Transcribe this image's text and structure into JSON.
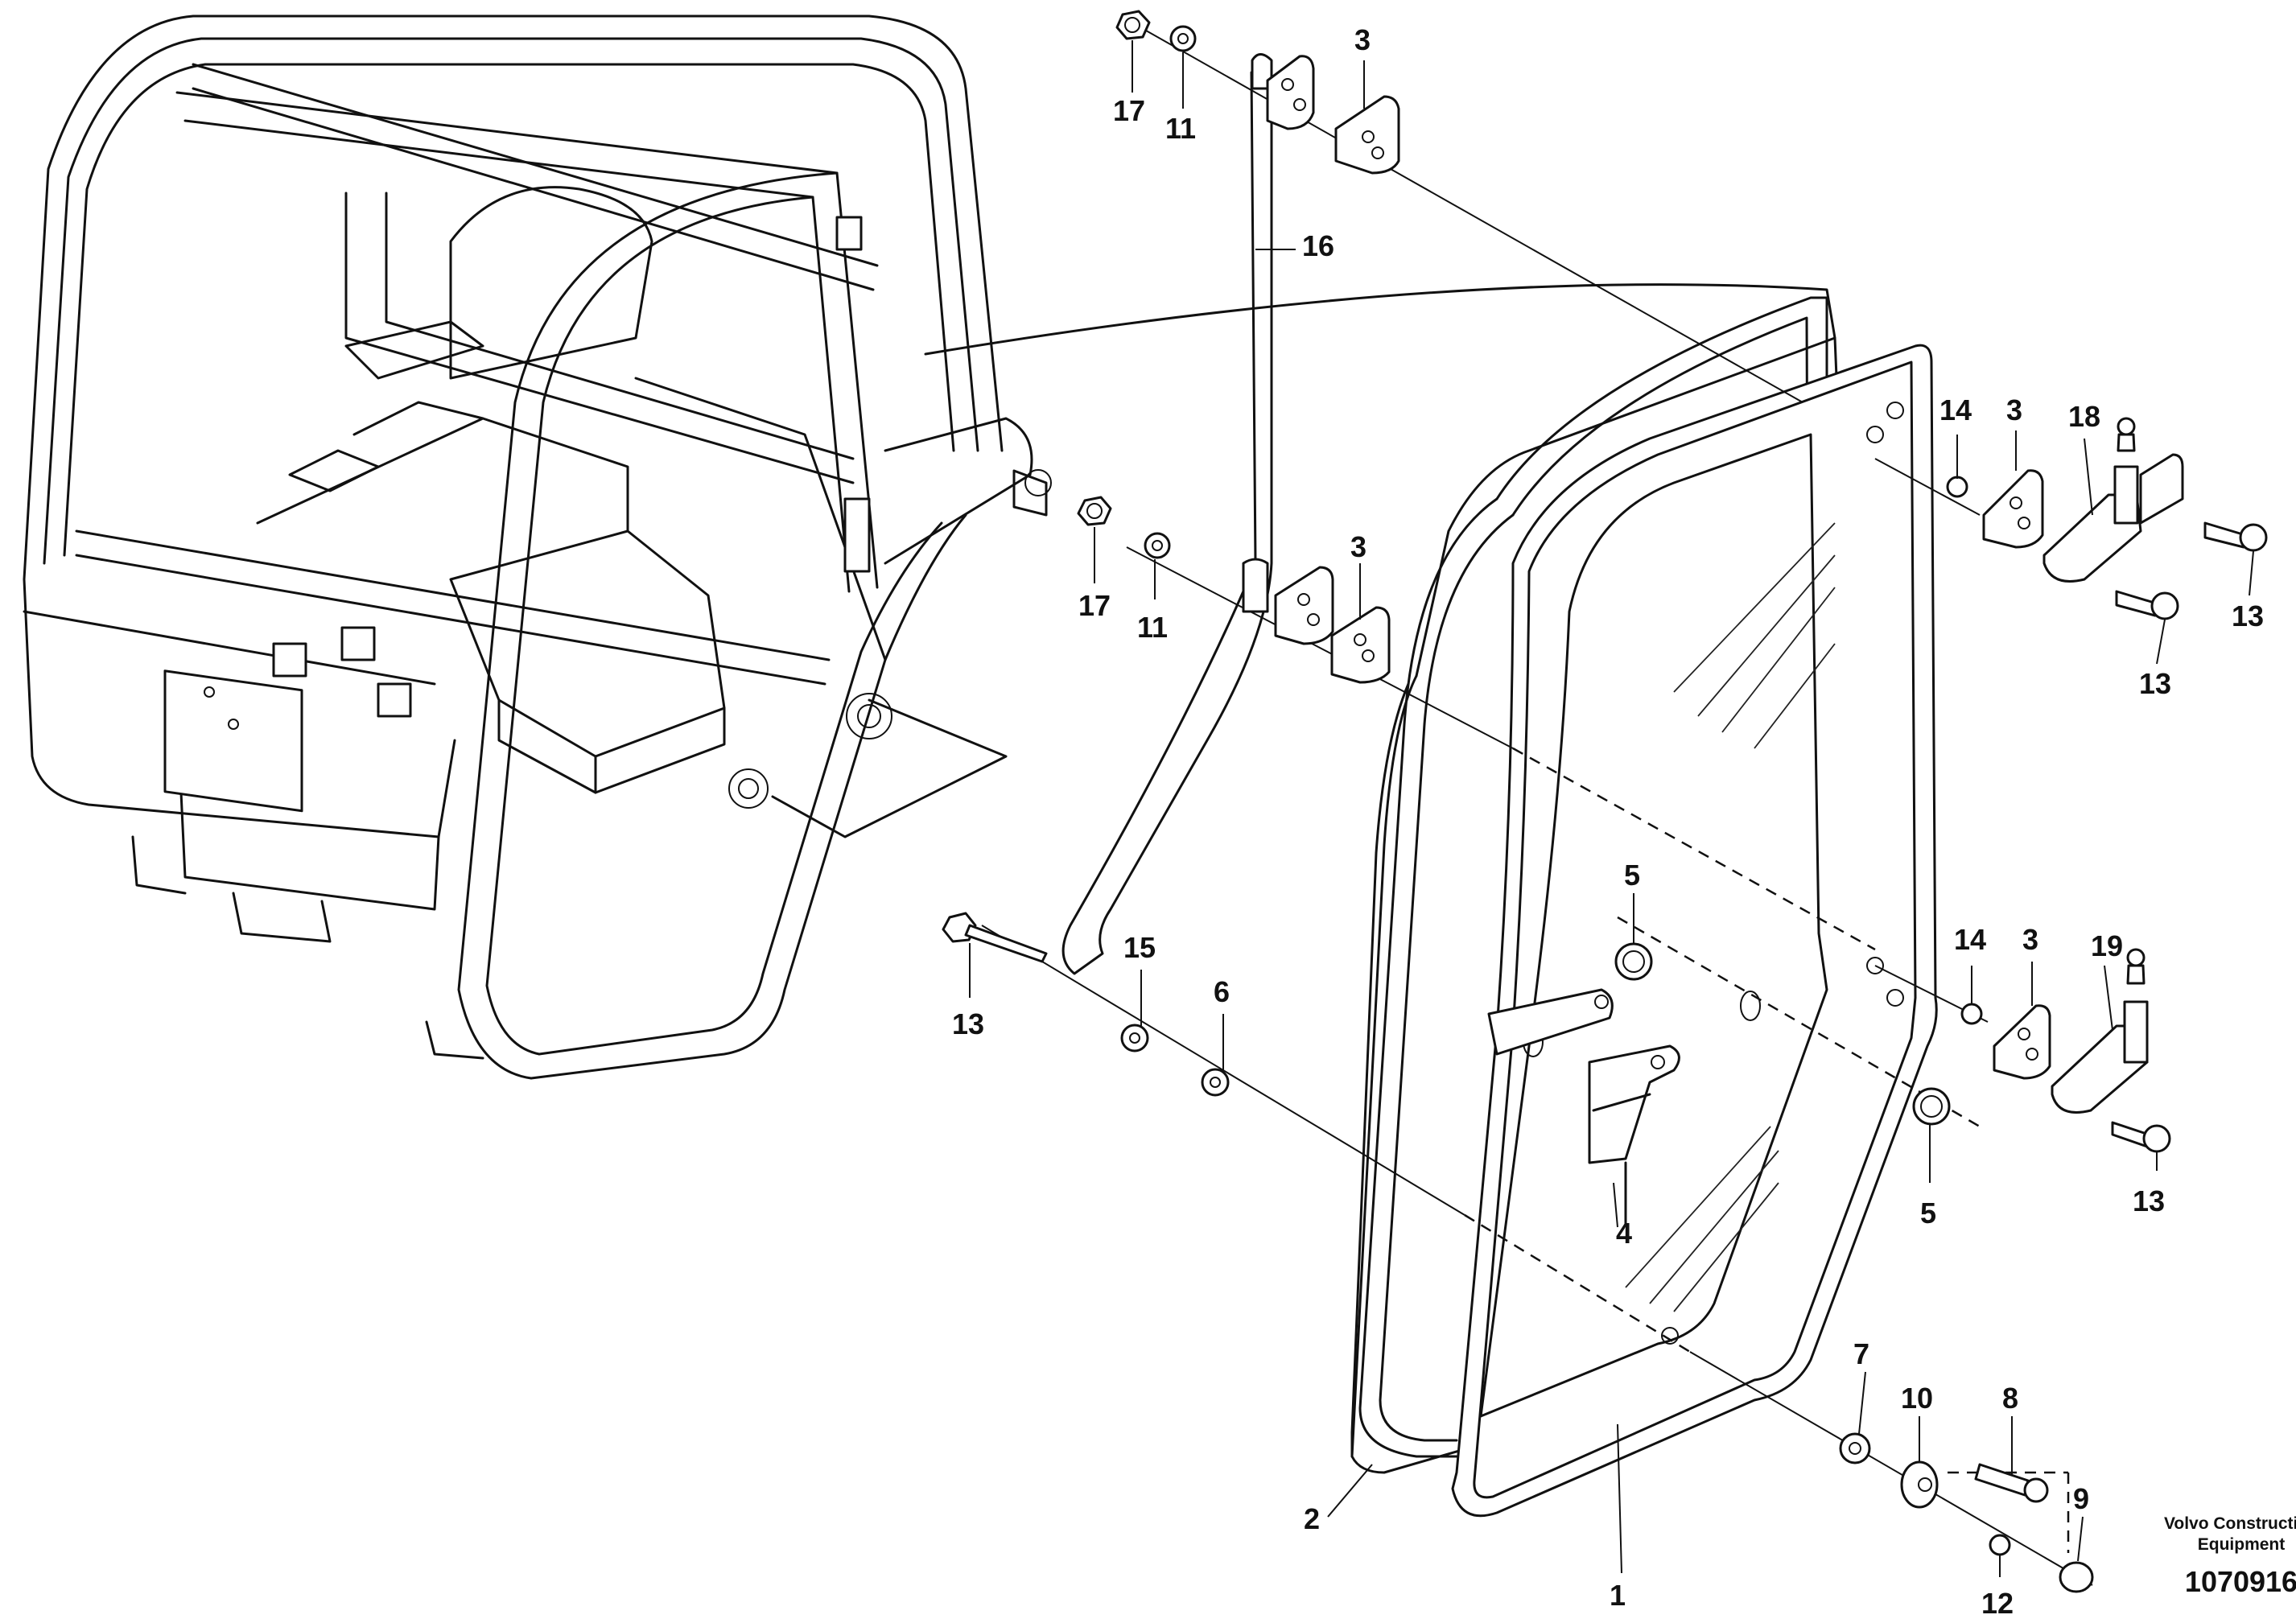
{
  "callouts": {
    "c1": "1",
    "c2": "2",
    "c3a": "3",
    "c3b": "3",
    "c3c": "3",
    "c3d": "3",
    "c4": "4",
    "c5a": "5",
    "c5b": "5",
    "c6": "6",
    "c7": "7",
    "c8": "8",
    "c9": "9",
    "c10": "10",
    "c11a": "11",
    "c11b": "11",
    "c12": "12",
    "c13a": "13",
    "c13b": "13",
    "c13c": "13",
    "c13d": "13",
    "c14a": "14",
    "c14b": "14",
    "c15": "15",
    "c16": "16",
    "c17a": "17",
    "c17b": "17",
    "c18": "18",
    "c19": "19"
  },
  "footer": {
    "brand_line1": "Volvo Construction",
    "brand_line2": "Equipment",
    "drawing_number": "1070916"
  }
}
